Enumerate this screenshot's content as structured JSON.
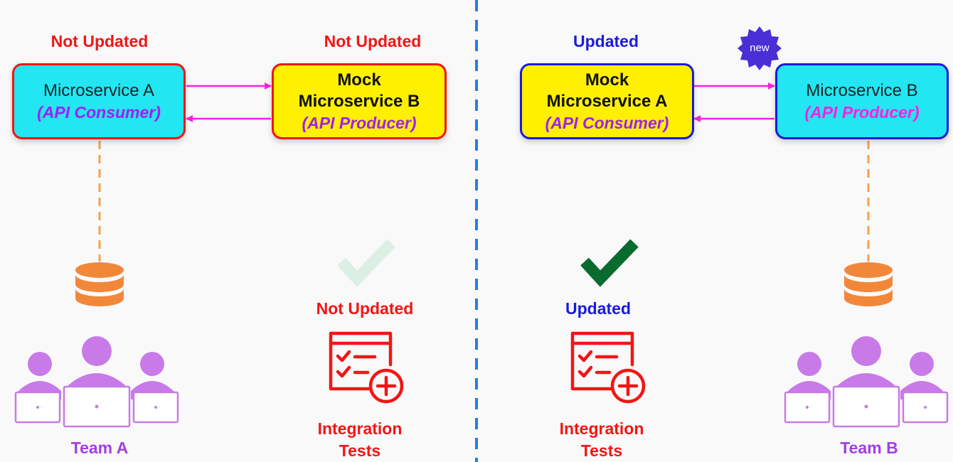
{
  "colors": {
    "red": "#f31515",
    "blue": "#1a1adf",
    "cyan": "#22e6f2",
    "yellow": "#fff000",
    "magenta": "#ff1fe0",
    "purple": "#a33fe0",
    "orange": "#f2a14a",
    "green": "#0a6b2e",
    "divider": "#2b7be0"
  },
  "left": {
    "consumer": {
      "status": "Not Updated",
      "name": "Microservice A",
      "role": "(API Consumer)"
    },
    "producer": {
      "status": "Not Updated",
      "name_line1": "Mock",
      "name_line2": "Microservice B",
      "role": "(API Producer)"
    },
    "team": "Team A",
    "tests": {
      "status": "Not Updated",
      "label_line1": "Integration",
      "label_line2": "Tests"
    }
  },
  "right": {
    "consumer": {
      "status": "Updated",
      "name_line1": "Mock",
      "name_line2": "Microservice A",
      "role": "(API Consumer)"
    },
    "producer": {
      "badge": "new",
      "name": "Microservice B",
      "role": "(API Producer)"
    },
    "team": "Team B",
    "tests": {
      "status": "Updated",
      "label_line1": "Integration",
      "label_line2": "Tests"
    }
  },
  "icons": [
    "database-icon",
    "team-icon",
    "checkmark-icon",
    "integration-tests-icon",
    "new-badge-icon",
    "arrow-icon"
  ]
}
